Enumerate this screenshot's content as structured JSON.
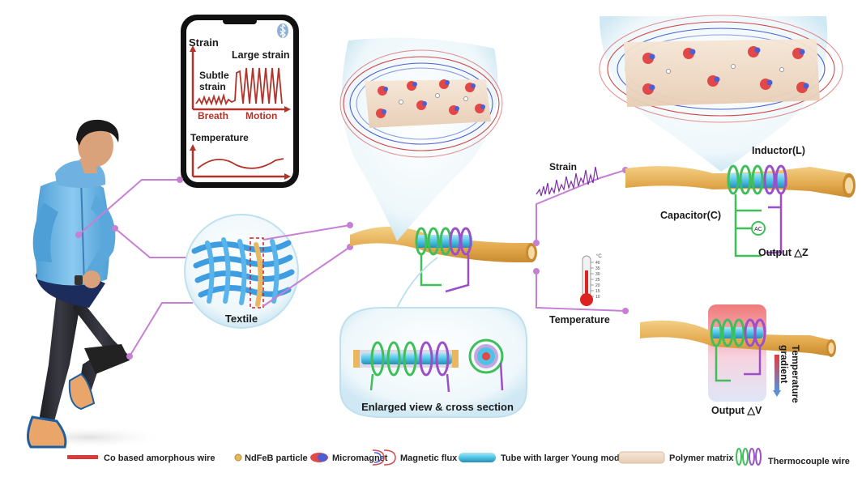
{
  "phone": {
    "strain_title": "Strain",
    "large_strain": "Large strain",
    "subtle_strain_line1": "Subtle",
    "subtle_strain_line2": "strain",
    "breath": "Breath",
    "motion": "Motion",
    "temperature_title": "Temperature",
    "bluetooth_icon": "bluetooth-icon"
  },
  "textile": {
    "label": "Textile"
  },
  "enlarged": {
    "label": "Enlarged view & cross section"
  },
  "strain_branch": {
    "strain_label": "Strain",
    "inductor_label": "Inductor(L)",
    "capacitor_label": "Capacitor(C)",
    "ac_label": "AC",
    "output_label": "Output △Z"
  },
  "temperature_branch": {
    "temperature_label": "Temperature",
    "gradient_line1": "Temperature",
    "gradient_line2": "gradient",
    "output_label": "Output △V",
    "thermo_unit": "°C",
    "thermo_ticks": [
      "40",
      "35",
      "30",
      "25",
      "20",
      "15",
      "10"
    ]
  },
  "legend": {
    "items": [
      {
        "name": "co-wire",
        "label": "Co based amorphous wire"
      },
      {
        "name": "ndfeb",
        "label": "NdFeB particle"
      },
      {
        "name": "micromagnet",
        "label": "Micromagnet"
      },
      {
        "name": "magnetic-flux",
        "label": "Magnetic flux"
      },
      {
        "name": "tube",
        "label": "Tube with larger Young modulus"
      },
      {
        "name": "polymer",
        "label": "Polymer matrix"
      },
      {
        "name": "thermocouple",
        "label": "Thermocouple wire"
      }
    ]
  },
  "colors": {
    "fiber": "#e9b760",
    "tube": "#4fc3e6",
    "coil_green": "#3fbf5a",
    "coil_purple": "#9b4fc8",
    "connector": "#c77fd6",
    "phone_red": "#b0342a",
    "jacket": "#6fb8e8"
  }
}
